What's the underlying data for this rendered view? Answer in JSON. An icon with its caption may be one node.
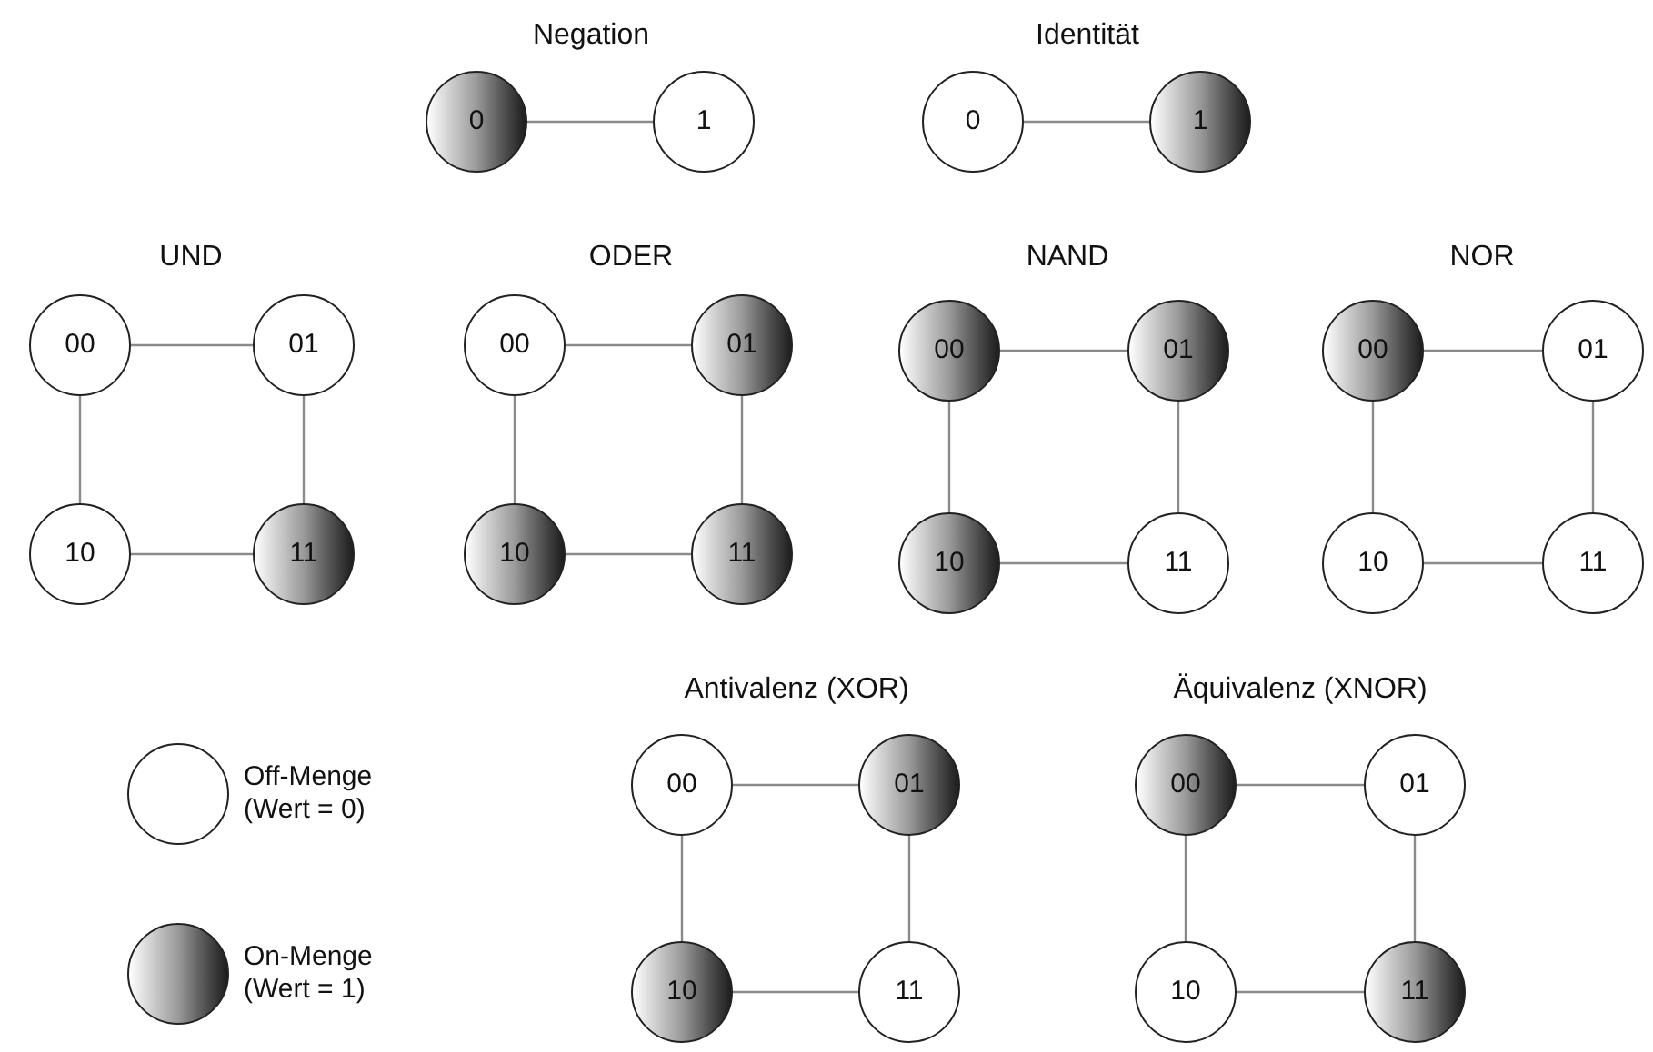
{
  "diagram": {
    "nodes": [
      {
        "text": [
          "0"
        ]
      },
      {
        "text": [
          "1"
        ]
      },
      {
        "text": [
          "0"
        ]
      },
      {
        "text": [
          "1"
        ]
      },
      {
        "text": [
          "00"
        ]
      },
      {
        "text": [
          "01"
        ]
      },
      {
        "text": [
          "10"
        ]
      },
      {
        "text": [
          "11"
        ]
      },
      {
        "text": [
          "00"
        ]
      },
      {
        "text": [
          "01"
        ]
      },
      {
        "text": [
          "10"
        ]
      },
      {
        "text": [
          "11"
        ]
      },
      {
        "text": [
          "00"
        ]
      },
      {
        "text": [
          "01"
        ]
      },
      {
        "text": [
          "10"
        ]
      },
      {
        "text": [
          "11"
        ]
      },
      {
        "text": [
          "00"
        ]
      },
      {
        "text": [
          "01"
        ]
      },
      {
        "text": [
          "10"
        ]
      },
      {
        "text": [
          "11"
        ]
      },
      {
        "text": [
          "00"
        ]
      },
      {
        "text": [
          "01"
        ]
      },
      {
        "text": [
          "10"
        ]
      },
      {
        "text": [
          "11"
        ]
      },
      {
        "text": [
          "00"
        ]
      },
      {
        "text": [
          "01"
        ]
      },
      {
        "text": [
          "10"
        ]
      },
      {
        "text": [
          "11"
        ]
      }
    ],
    "edges": [
      {
        "from": 0,
        "to": 1,
        "arrow": "none"
      },
      {
        "from": 2,
        "to": 3,
        "arrow": "none"
      },
      {
        "from": 4,
        "to": 5,
        "arrow": "none"
      },
      {
        "from": 4,
        "to": 6,
        "arrow": "none"
      },
      {
        "from": 5,
        "to": 7,
        "arrow": "none"
      },
      {
        "from": 6,
        "to": 7,
        "arrow": "none"
      },
      {
        "from": 8,
        "to": 9,
        "arrow": "none"
      },
      {
        "from": 8,
        "to": 10,
        "arrow": "none"
      },
      {
        "from": 9,
        "to": 11,
        "arrow": "none"
      },
      {
        "from": 10,
        "to": 11,
        "arrow": "none"
      },
      {
        "from": 12,
        "to": 13,
        "arrow": "none"
      },
      {
        "from": 12,
        "to": 14,
        "arrow": "none"
      },
      {
        "from": 13,
        "to": 15,
        "arrow": "none"
      },
      {
        "from": 14,
        "to": 15,
        "arrow": "none"
      },
      {
        "from": 16,
        "to": 17,
        "arrow": "none"
      },
      {
        "from": 16,
        "to": 18,
        "arrow": "none"
      },
      {
        "from": 17,
        "to": 19,
        "arrow": "none"
      },
      {
        "from": 18,
        "to": 19,
        "arrow": "none"
      },
      {
        "from": 20,
        "to": 21,
        "arrow": "none"
      },
      {
        "from": 20,
        "to": 22,
        "arrow": "none"
      },
      {
        "from": 21,
        "to": 23,
        "arrow": "none"
      },
      {
        "from": 22,
        "to": 23,
        "arrow": "none"
      },
      {
        "from": 24,
        "to": 25,
        "arrow": "none"
      },
      {
        "from": 24,
        "to": 26,
        "arrow": "none"
      },
      {
        "from": 25,
        "to": 27,
        "arrow": "none"
      },
      {
        "from": 26,
        "to": 27,
        "arrow": "none"
      }
    ],
    "labels": [
      "Negation",
      "Identität",
      "UND",
      "ODER",
      "NAND",
      "NOR",
      "Antivalenz (XOR)",
      "Äquivalenz (XNOR)"
    ],
    "legend": [
      {
        "text": "Off-Menge (Wert = 0)"
      },
      {
        "text": "On-Menge (Wert = 1)"
      }
    ]
  }
}
